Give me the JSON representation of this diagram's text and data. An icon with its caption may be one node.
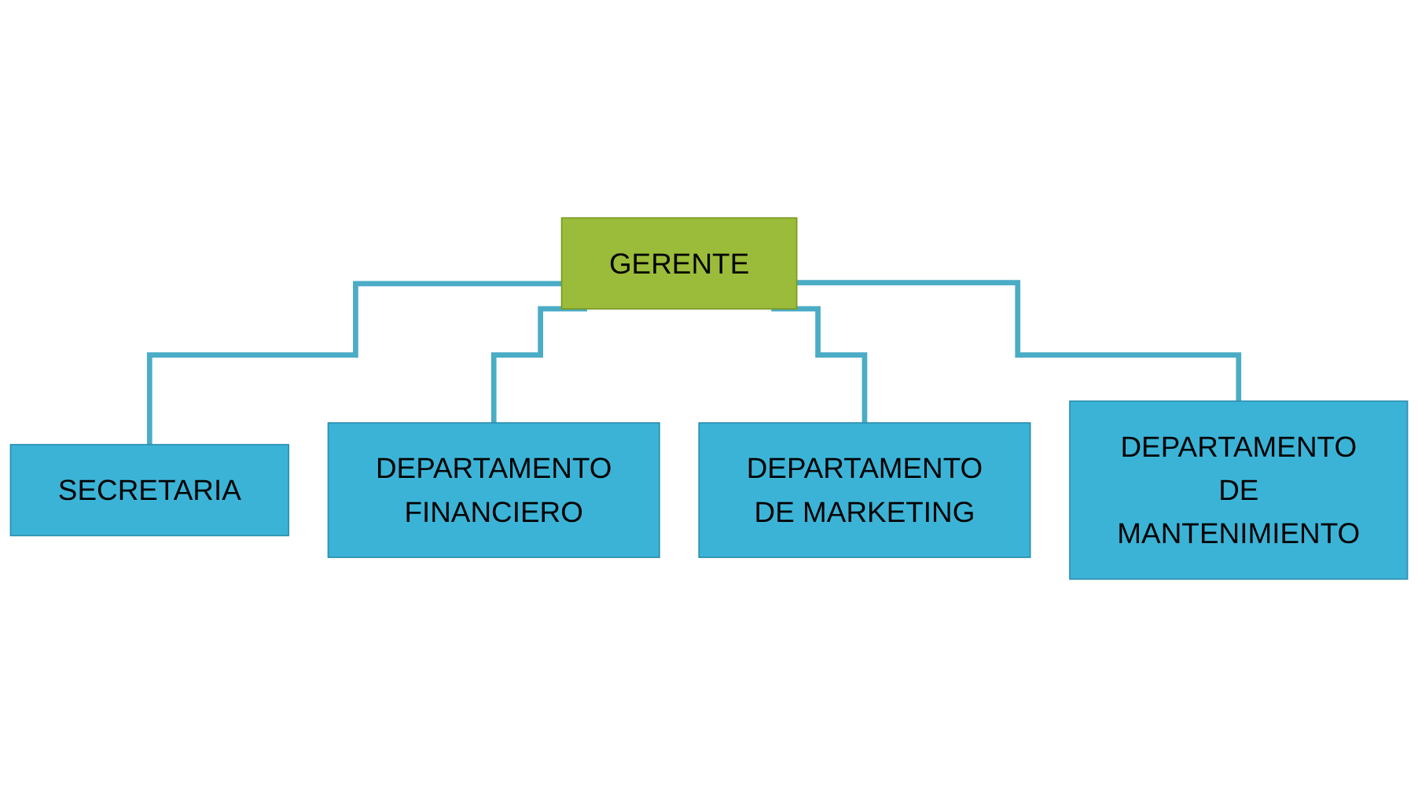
{
  "diagram": {
    "nodes": [
      {
        "text": [
          "GERENTE"
        ]
      },
      {
        "text": [
          "SECRETARIA"
        ]
      },
      {
        "text": [
          "DEPARTAMENTO FINANCIERO"
        ]
      },
      {
        "text": [
          "DEPARTAMENTO DE MARKETING"
        ]
      },
      {
        "text": [
          "DEPARTAMENTO DE MANTENIMIENTO"
        ]
      }
    ],
    "edges": [
      {
        "from": 0,
        "to": 1,
        "arrow": "none"
      },
      {
        "from": 0,
        "to": 2,
        "arrow": "none"
      },
      {
        "from": 0,
        "to": 3,
        "arrow": "none"
      },
      {
        "from": 0,
        "to": 4,
        "arrow": "none"
      }
    ]
  }
}
